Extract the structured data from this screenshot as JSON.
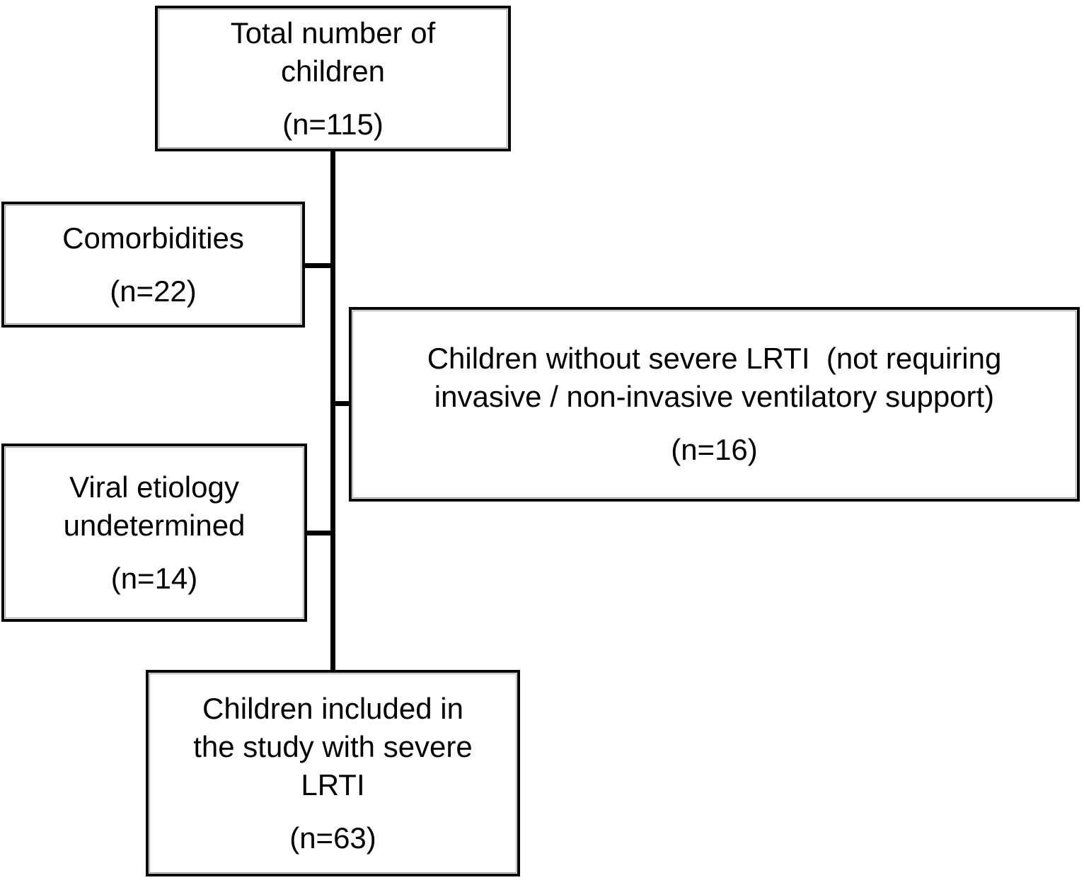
{
  "figure": {
    "type": "flowchart",
    "background_color": "#ffffff",
    "box_border_color": "#000000",
    "box_inner_outline_color": "#9a9a9a",
    "text_color": "#000000",
    "connector_color": "#000000"
  },
  "boxes": {
    "total": {
      "lines": [
        "Total number of",
        "children"
      ],
      "count": "(n=115)"
    },
    "comorbidities": {
      "lines": [
        "Comorbidities"
      ],
      "count": "(n=22)"
    },
    "without_severe_lrti": {
      "lines": [
        "Children without severe LRTI  (not requiring",
        "invasive / non-invasive ventilatory support)"
      ],
      "count": "(n=16)"
    },
    "viral_undetermined": {
      "lines": [
        "Viral etiology",
        "undetermined"
      ],
      "count": "(n=14)"
    },
    "included": {
      "lines": [
        "Children included in",
        "the study with severe",
        "LRTI"
      ],
      "count": "(n=63)"
    }
  }
}
